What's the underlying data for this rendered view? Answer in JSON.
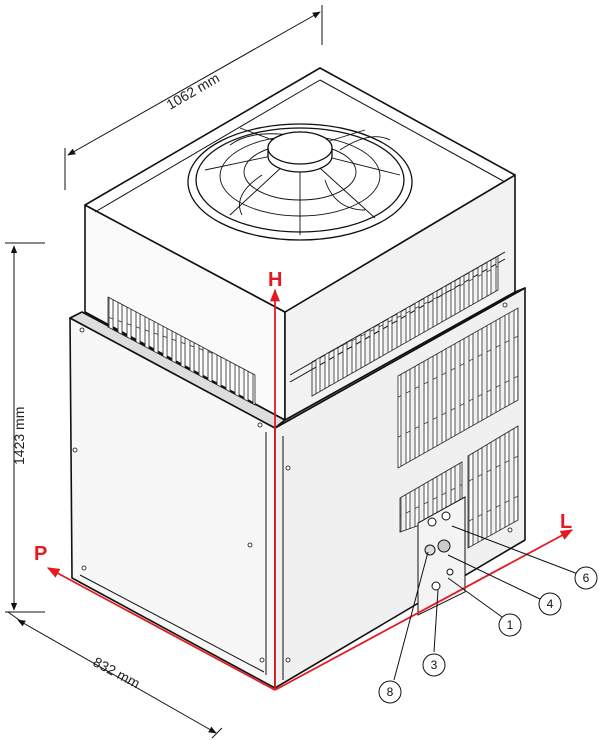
{
  "dimensions": {
    "width": "1062 mm",
    "height": "1423 mm",
    "depth": "832 mm"
  },
  "axes": {
    "h": "H",
    "l": "L",
    "p": "P",
    "color": "#e21b22"
  },
  "callouts": [
    "6",
    "4",
    "1",
    "3",
    "8"
  ]
}
